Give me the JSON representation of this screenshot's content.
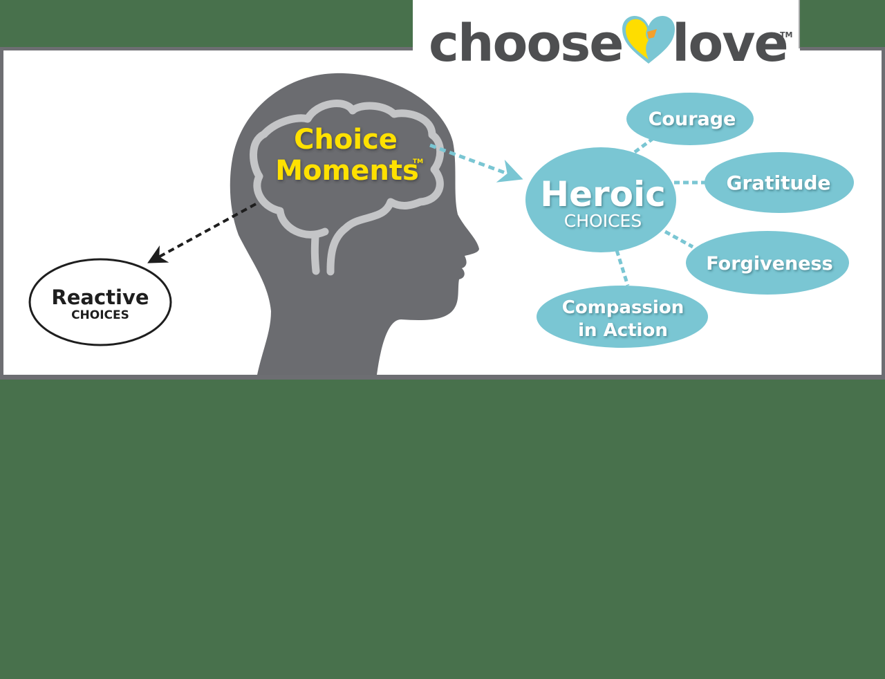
{
  "logo": {
    "word_left": "choose",
    "word_right": "love",
    "trademark": "TM",
    "colors": {
      "text": "#4e4f51",
      "heart_blue": "#7ac6d3",
      "heart_yellow": "#fedd00",
      "beak": "#f3a02c"
    }
  },
  "diagram": {
    "center": {
      "line1": "Choice",
      "line2": "Moments",
      "trademark": "TM",
      "color": "#ffe100"
    },
    "reactive": {
      "title": "Reactive",
      "subtitle": "CHOICES"
    },
    "heroic": {
      "title": "Heroic",
      "subtitle": "CHOICES"
    },
    "virtues": [
      {
        "label": "Courage"
      },
      {
        "label": "Gratitude"
      },
      {
        "label": "Forgiveness"
      },
      {
        "label_line1": "Compassion",
        "label_line2": "in Action"
      }
    ],
    "colors": {
      "head": "#6b6c70",
      "brain": "#c4c5c7",
      "bubble": "#7ac6d3",
      "frame": "#6d6e72",
      "panel": "#ffffff",
      "background": "#48714c"
    }
  }
}
